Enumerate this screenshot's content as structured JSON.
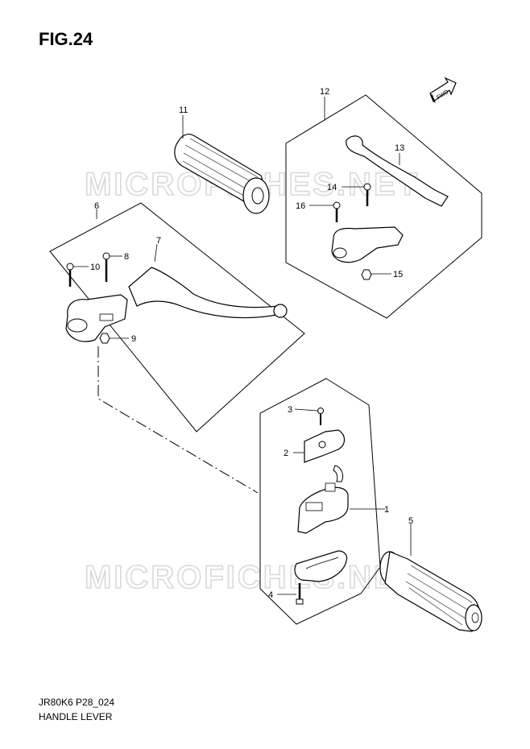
{
  "figure": {
    "title": "FIG.24",
    "code": "JR80K6 P28_024",
    "name": "HANDLE LEVER",
    "fwd_label": "FWD",
    "watermark": "MICROFICHES.NET"
  },
  "callouts": [
    "1",
    "2",
    "3",
    "4",
    "5",
    "6",
    "7",
    "8",
    "9",
    "10",
    "11",
    "12",
    "13",
    "14",
    "15",
    "16"
  ]
}
